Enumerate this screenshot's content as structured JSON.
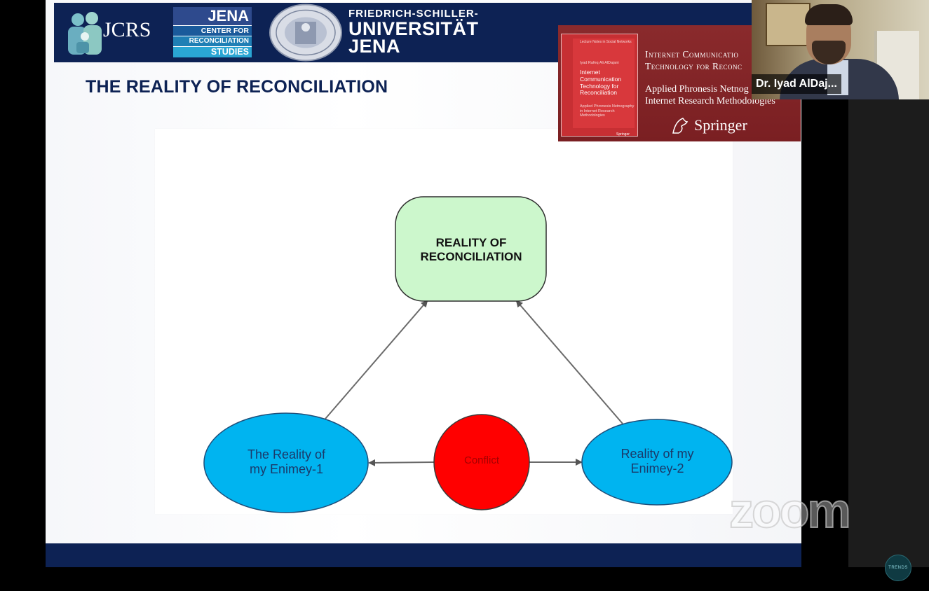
{
  "header": {
    "jcrs_text": "JCRS",
    "jena_line1": "JENA",
    "jena_line2": "CENTER FOR",
    "jena_line3": "RECONCILIATION",
    "jena_line4": "STUDIES",
    "university_line1": "FRIEDRICH-SCHILLER-",
    "university_line2": "UNIVERSITÄT",
    "university_line3": "JENA"
  },
  "slide": {
    "title": "THE REALITY OF RECONCILIATION"
  },
  "diagram": {
    "nodes": {
      "top": "REALITY OF\nRECONCILIATION",
      "left": "The Reality of\nmy Enimey-1",
      "right": "Reality of my\nEnimey-2",
      "middle": "Conflict"
    },
    "colors": {
      "top_fill": "#ccf7cc",
      "side_fill": "#00b4f0",
      "middle_fill": "#ff0000",
      "stroke": "#2f2f2f",
      "arrow": "#555555"
    }
  },
  "book": {
    "series": "Lecture Notes in Social Networks",
    "author": "Iyad Rafeq Ali AlDajani",
    "cover_title": "Internet Communication Technology for Reconciliation",
    "cover_subtitle": "Applied Phronesis Netnography in Internet Research Methodologies",
    "cover_publisher": "Springer",
    "title_line1": "Internet Communicatio",
    "title_line2": "Technology for Reconc",
    "subtitle_line1": "Applied Phronesis Netnog",
    "subtitle_line2": "Internet Research Methodologies",
    "publisher": "Springer"
  },
  "video": {
    "speaker_name": "Dr. Iyad AlDaj...",
    "watermark": "zoom",
    "badge": "TRENDS"
  }
}
